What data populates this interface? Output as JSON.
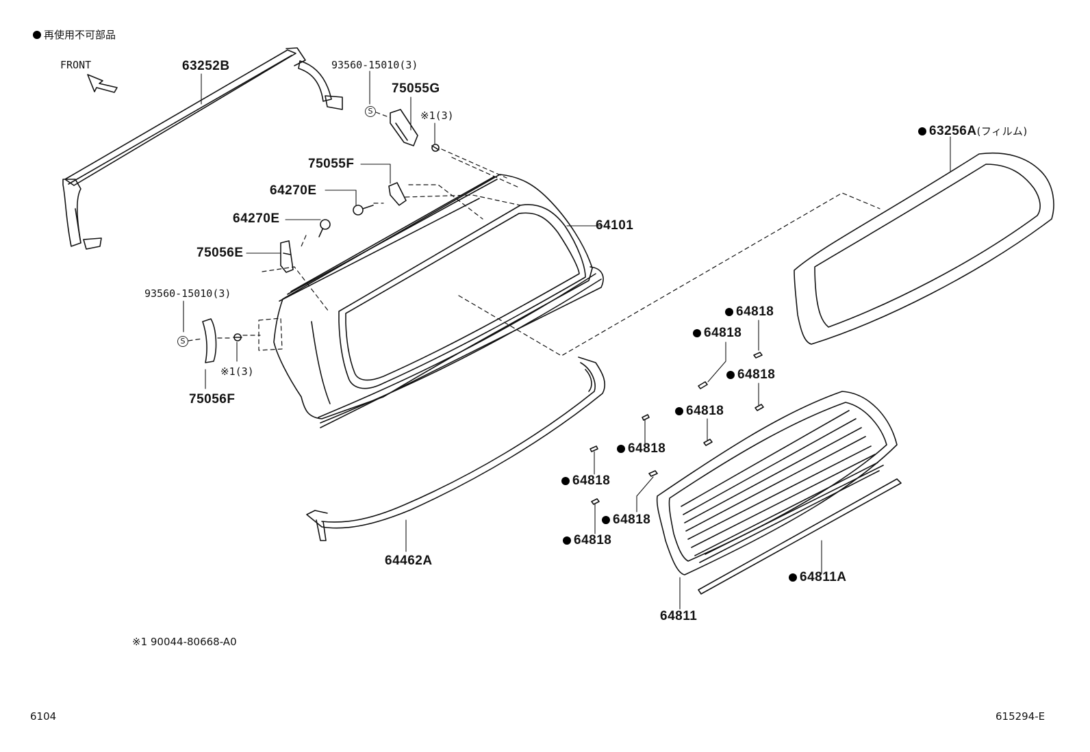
{
  "legend": {
    "text": "再使用不可部品"
  },
  "front": "FRONT",
  "labels": {
    "p63252B": "63252B",
    "p93560_top": "93560-15010(3)",
    "p75055G": "75055G",
    "p_note_top": "※1(3)",
    "p63256A": "63256A",
    "p63256A_note": "(フィルム)",
    "p75055F": "75055F",
    "p64270E_a": "64270E",
    "p64270E_b": "64270E",
    "p64101": "64101",
    "p75056E": "75056E",
    "p93560_left": "93560-15010(3)",
    "p_note_left": "※1(3)",
    "p75056F": "75056F",
    "p64818": "64818",
    "p64462A": "64462A",
    "p64811": "64811",
    "p64811A": "64811A",
    "s_mark": "S"
  },
  "footnote": "※1 90044-80668-A0",
  "corner_left": "6104",
  "corner_right": "615294-E"
}
